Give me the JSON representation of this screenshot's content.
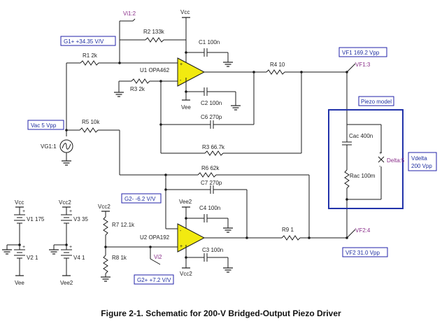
{
  "caption": "Figure 2-1. Schematic for 200-V Bridged-Output Piezo Driver",
  "components": {
    "R1": "R1 2k",
    "R2": "R2 133k",
    "R3": "R3 2k",
    "R4": "R4 10",
    "R5": "R5 10k",
    "R6": "R6 62k",
    "R7": "R7 12.1k",
    "R8": "R8 1k",
    "R9": "R9 1",
    "R3b": "R3 66.7k",
    "Rac": "Rac 100m",
    "C1": "C1 100n",
    "C2": "C2 100n",
    "C3": "C3 100n",
    "C4": "C4 100n",
    "C6": "C6 270p",
    "C7": "C7 270p",
    "Cac": "Cac 400n",
    "U1": "U1 OPA462",
    "U2": "U2 OPA192",
    "V1": "V1 175",
    "V2": "V2 1",
    "V3": "V3 35",
    "V4": "V4 1",
    "VG1": "VG1:1",
    "Delta": "Delta:5"
  },
  "nets": {
    "vcc": "Vcc",
    "vee": "Vee",
    "vcc2": "Vcc2",
    "vee2": "Vee2",
    "vi1": "Vi1:2",
    "vi2": "Vi2",
    "vf1": "VF1:3",
    "vf2": "VF2:4"
  },
  "annotations": {
    "g1": "G1+ +34.35 V/V",
    "g2m": "G2- -6.2 V/V",
    "g2p": "G2+ +7.2 V/V",
    "vac": "Vac 5 Vpp",
    "vf1": "VF1 169.2 Vpp",
    "vf2": "VF2 31.0 Vpp",
    "piezo": "Piezo model",
    "vdelta_1": "Vdelta",
    "vdelta_2": "200 Vpp"
  },
  "colors": {
    "opamp_fill": "#f2ea10",
    "annotation_border": "#2222aa",
    "annotation_text": "#1f2fa0",
    "pin_label": "#8a2f8a"
  }
}
